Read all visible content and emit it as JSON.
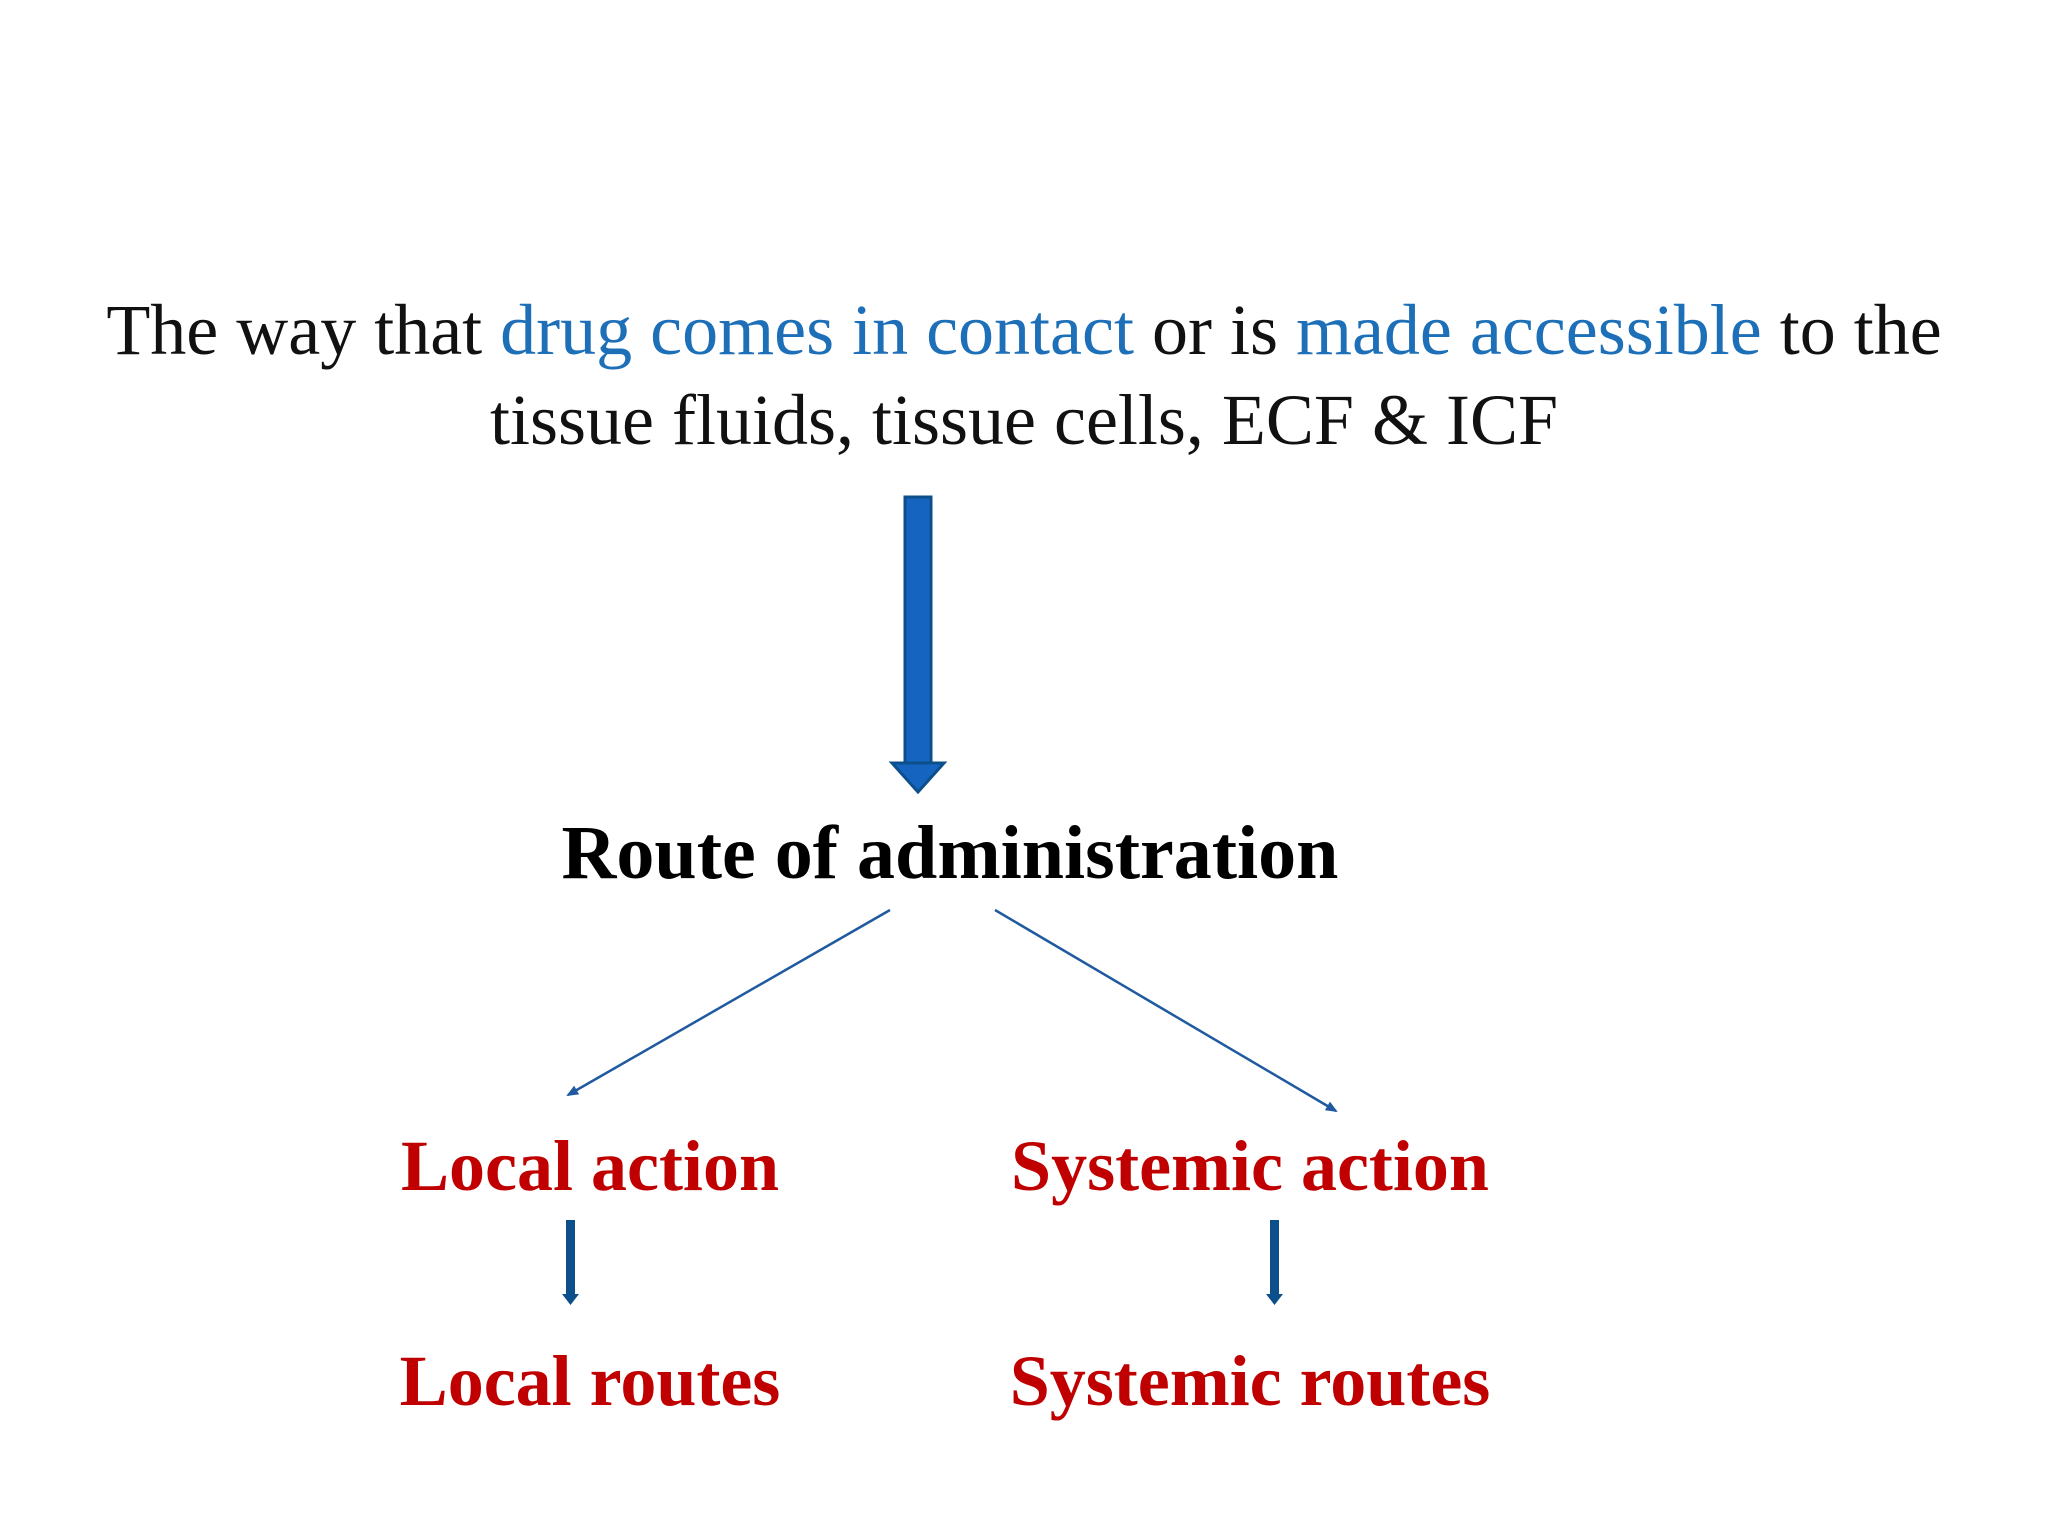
{
  "intro": {
    "line1": {
      "part1": "The way that ",
      "highlight1": "drug comes in contact",
      "part2": " or is ",
      "highlight2": "made accessible",
      "part3": " to  the"
    },
    "line2": "tissue fluids, tissue cells, ECF & ICF"
  },
  "title": "Route of administration",
  "branches": {
    "local_action": "Local action",
    "systemic_action": "Systemic action",
    "local_routes": "Local routes",
    "systemic_routes": "Systemic routes"
  },
  "colors": {
    "highlight": "#1d6fb8",
    "node_text": "#c00000",
    "arrow_big": "#1565c0",
    "arrow_thin": "#1f5aa0",
    "arrow_small": "#0d4f8b"
  }
}
